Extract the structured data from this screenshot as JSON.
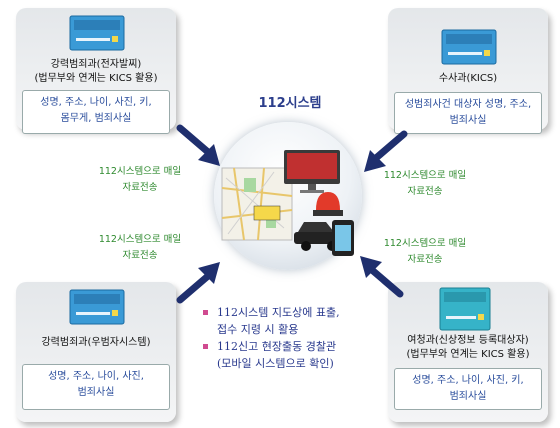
{
  "center": {
    "title": "112시스템"
  },
  "panels": {
    "top_left": {
      "title_line1": "강력범죄과(전자발찌)",
      "title_line2": "(법무부와 연계는 KICS  활용)",
      "info_line1": "성명, 주소, 나이, 사진, 키,",
      "info_line2": "몸무게, 범죄사실"
    },
    "top_right": {
      "title": "수사과(KICS)",
      "info_line1": "성범죄사건 대상자 성명, 주소,",
      "info_line2": "범죄사실"
    },
    "bottom_left": {
      "title": "강력범죄과(우범자시스템)",
      "info_line1": "성명, 주소, 나이, 사진,",
      "info_line2": "범죄사실"
    },
    "bottom_right": {
      "title_line1": "여청과(신상정보 등록대상자)",
      "title_line2": "(법무부와 연계는 KICS  활용)",
      "info_line1": "성명, 주소, 나이, 사진, 키,",
      "info_line2": "범죄사실"
    }
  },
  "transfer_labels": {
    "tl_line1": "112시스템으로 매일",
    "tl_line2": "자료전송",
    "tr_line1": "112시스템으로 매일",
    "tr_line2": "자료전송",
    "bl_line1": "112시스템으로 매일",
    "bl_line2": "자료전송",
    "br_line1": "112시스템으로 매일",
    "br_line2": "자료전송"
  },
  "bullets": [
    {
      "line1": "112시스템 지도상에 표출,",
      "line2": "접수 지령 시 활용"
    },
    {
      "line1": "112신고 현장출동 경찰관",
      "line2": "(모바일 시스템으로 확인)"
    }
  ],
  "colors": {
    "label_green": "#2f8a2f",
    "info_blue": "#2a4d9c",
    "arrow_navy": "#1f2f6e",
    "bullet_pink": "#d04a90"
  }
}
